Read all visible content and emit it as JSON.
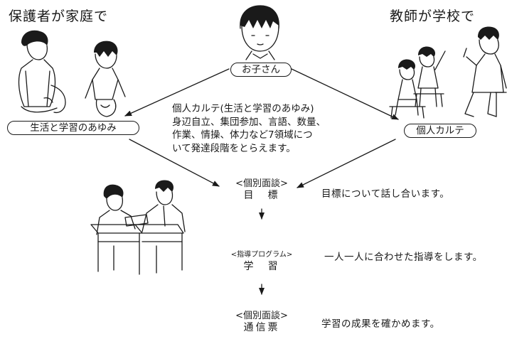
{
  "headings": {
    "parent": "保護者が家庭で",
    "teacher": "教師が学校で"
  },
  "labels": {
    "child": "お子さん",
    "record": "生活と学習のあゆみ",
    "chart": "個人カルテ"
  },
  "description": {
    "lines": [
      "個人カルテ(生活と学習のあゆみ)",
      "身辺自立、集団参加、言語、数量、",
      "作業、情操、体力など7領域につ",
      "いて発達段階をとらえます。"
    ]
  },
  "stages": [
    {
      "title": "<個別面談>",
      "subtitle": "目　標",
      "note": "目標について話し合います。"
    },
    {
      "title": "<指導プログラム>",
      "subtitle": "学　習",
      "note": "一人一人に合わせた指導をします。"
    },
    {
      "title": "<個別面談>",
      "subtitle": "通信票",
      "note": "学習の成果を確かめます。"
    }
  ]
}
